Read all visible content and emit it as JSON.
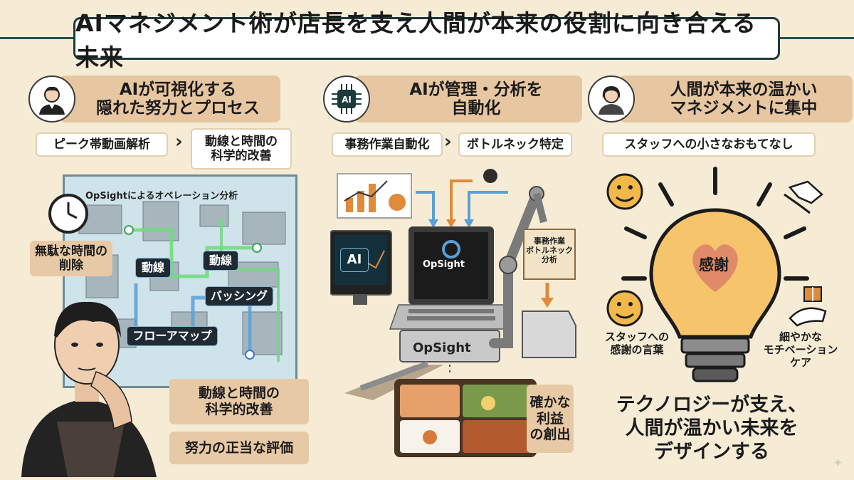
{
  "title": "AIマネジメント術が店長を支え人間が本来の役割に向き合える未来",
  "columns": [
    {
      "header": [
        "AIが可視化する",
        "隠れた努力とプロセス"
      ],
      "icon": "manager-avatar-icon",
      "steps": [
        "ピーク帯動画解析",
        [
          "動線と時間の",
          "科学的改善"
        ]
      ],
      "map_title": "OpSightによるオペレーション分析",
      "map_labels": [
        "動線",
        "動線",
        "バッシング",
        "フローアマップ"
      ],
      "side_label": [
        "無駄な時間の",
        "削除"
      ],
      "outcomes": [
        [
          "動線と時間の",
          "科学的改善"
        ],
        "努力の正当な評価"
      ]
    },
    {
      "header": [
        "AIが管理・分析を",
        "自動化"
      ],
      "icon": "ai-chip-icon",
      "steps": [
        "事務作業自動化",
        "ボトルネック特定"
      ],
      "monitor_label": "AI",
      "laptop_brand": "OpSight",
      "base_brand": "OpSight",
      "folder_labels": [
        "事務作業",
        "ボトルネック",
        "分析"
      ],
      "outcome": [
        "確かな",
        "利益",
        "の創出"
      ]
    },
    {
      "header": [
        "人間が本来の温かい",
        "マネジメントに集中"
      ],
      "icon": "staff-avatar-icon",
      "step": "スタッフへの小さなおもてなし",
      "heart_label": "感謝",
      "labels_left": [
        "スタッフへの",
        "感謝の言葉"
      ],
      "labels_right": [
        "細やかな",
        "モチベーション",
        "ケア"
      ],
      "conclusion": [
        "テクノロジーが支え、",
        "人間が温かい未来を",
        "デザインする"
      ]
    }
  ],
  "colors": {
    "background": "#f6ecd6",
    "header_band": "#e7c7a2",
    "title_border": "#1d3a3d",
    "accent_blue": "#5aa0d8",
    "accent_orange": "#e08a3c"
  }
}
